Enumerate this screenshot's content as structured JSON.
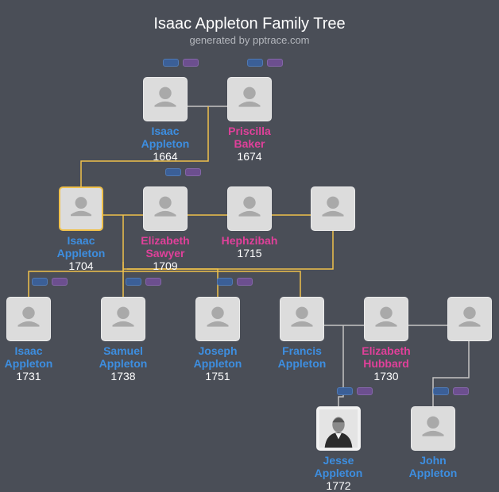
{
  "header": {
    "title": "Isaac Appleton Family Tree",
    "subtitle": "generated by pptrace.com"
  },
  "colors": {
    "background": "#4a4e57",
    "male": "#3d8ee0",
    "female": "#e0409a",
    "ancestry_line": "#f0c14b",
    "plain_line": "#c4c4c4",
    "tag_blue": "#3b5f97",
    "tag_purple": "#6c4f8f"
  },
  "people": [
    {
      "id": "p1",
      "first": "Isaac",
      "last": "Appleton",
      "year": "1664",
      "gender": "male"
    },
    {
      "id": "p2",
      "first": "Priscilla",
      "last": "Baker",
      "year": "1674",
      "gender": "female"
    },
    {
      "id": "p3",
      "first": "Isaac",
      "last": "Appleton",
      "year": "1704",
      "gender": "male",
      "focus": true
    },
    {
      "id": "p4",
      "first": "Elizabeth",
      "last": "Sawyer",
      "year": "1709",
      "gender": "female"
    },
    {
      "id": "p5",
      "first": "Hephzibah",
      "last": "",
      "year": "1715",
      "gender": "female"
    },
    {
      "id": "p6",
      "first": "",
      "last": "",
      "year": "",
      "gender": "unknown"
    },
    {
      "id": "p7",
      "first": "Isaac",
      "last": "Appleton",
      "year": "1731",
      "gender": "male"
    },
    {
      "id": "p8",
      "first": "Samuel",
      "last": "Appleton",
      "year": "1738",
      "gender": "male"
    },
    {
      "id": "p9",
      "first": "Joseph",
      "last": "Appleton",
      "year": "1751",
      "gender": "male"
    },
    {
      "id": "p10",
      "first": "Francis",
      "last": "Appleton",
      "year": "",
      "gender": "male"
    },
    {
      "id": "p11",
      "first": "Elizabeth",
      "last": "Hubbard",
      "year": "1730",
      "gender": "female"
    },
    {
      "id": "p12",
      "first": "",
      "last": "",
      "year": "",
      "gender": "unknown"
    },
    {
      "id": "p13",
      "first": "Jesse",
      "last": "Appleton",
      "year": "1772",
      "gender": "male",
      "photo": true
    },
    {
      "id": "p14",
      "first": "John",
      "last": "Appleton",
      "year": "",
      "gender": "male"
    }
  ]
}
